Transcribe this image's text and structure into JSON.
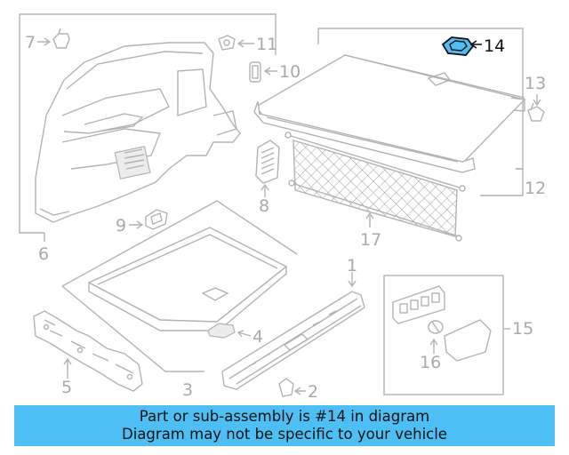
{
  "callouts": {
    "c1": "1",
    "c2": "2",
    "c3": "3",
    "c4": "4",
    "c5": "5",
    "c6": "6",
    "c7": "7",
    "c8": "8",
    "c9": "9",
    "c10": "10",
    "c11": "11",
    "c12": "12",
    "c13": "13",
    "c14": "14",
    "c15": "15",
    "c16": "16",
    "c17": "17"
  },
  "highlighted_part": "14",
  "highlight_color": "#4dbff5",
  "banner": {
    "line1": "Part or sub-assembly is #14 in diagram",
    "line2": "Diagram may not be specific to your vehicle",
    "background": "#4dbff5"
  }
}
